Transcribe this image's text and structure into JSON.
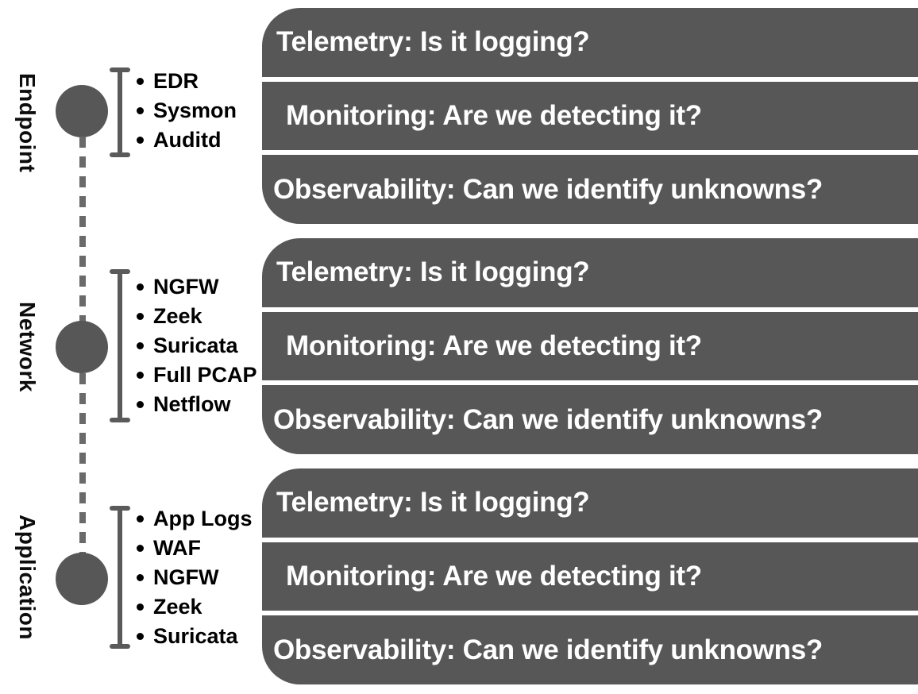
{
  "colors": {
    "shape_gray": "#575757",
    "connector_gray": "#6a6a6a",
    "bar_text": "#ffffff",
    "list_text": "#000000",
    "background": "#ffffff"
  },
  "questions": [
    "Telemetry: Is it logging?",
    "Monitoring: Are we detecting it?",
    "Observability: Can we identify unknowns?"
  ],
  "layers": [
    {
      "label": "Endpoint",
      "tools": [
        "EDR",
        "Sysmon",
        "Auditd"
      ]
    },
    {
      "label": "Network",
      "tools": [
        "NGFW",
        "Zeek",
        "Suricata",
        "Full PCAP",
        "Netflow"
      ]
    },
    {
      "label": "Application",
      "tools": [
        "App Logs",
        "WAF",
        "NGFW",
        "Zeek",
        "Suricata"
      ]
    }
  ]
}
